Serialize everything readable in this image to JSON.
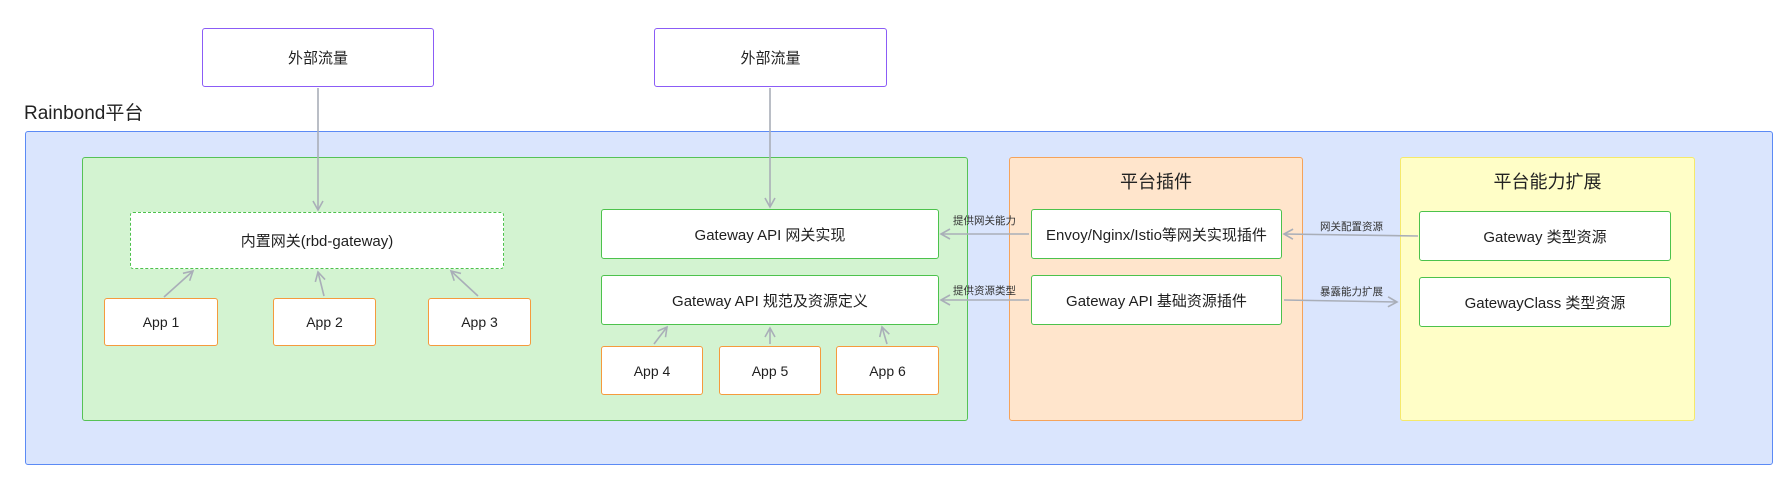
{
  "external_traffic": [
    "外部流量",
    "外部流量"
  ],
  "platform": {
    "label": "Rainbond平台"
  },
  "builtin_gateway": {
    "label": "内置网关(rbd-gateway)"
  },
  "left_apps": [
    "App 1",
    "App 2",
    "App 3"
  ],
  "gateway_api": {
    "impl": "Gateway API 网关实现",
    "spec": "Gateway API 规范及资源定义"
  },
  "right_apps": [
    "App 4",
    "App 5",
    "App 6"
  ],
  "plugins": {
    "title": "平台插件",
    "impl_plugin": "Envoy/Nginx/Istio等网关实现插件",
    "base_plugin": "Gateway API 基础资源插件"
  },
  "extension": {
    "title": "平台能力扩展",
    "gateway_resource": "Gateway 类型资源",
    "gatewayclass_resource": "GatewayClass 类型资源"
  },
  "edge_labels": {
    "provide_gateway": "提供网关能力",
    "provide_resource": "提供资源类型",
    "gateway_config": "网关配置资源",
    "expose_ext": "暴露能力扩展"
  },
  "colors": {
    "platform_bg": "#dae5fd",
    "green_bg": "#d3f3d1",
    "plugin_bg": "#ffe5cc",
    "extension_bg": "#fffec7",
    "external_border": "#8b5cf6",
    "green_border": "#4cc24c",
    "app_border": "#f59a3d",
    "arrow": "#a9aeb8"
  }
}
